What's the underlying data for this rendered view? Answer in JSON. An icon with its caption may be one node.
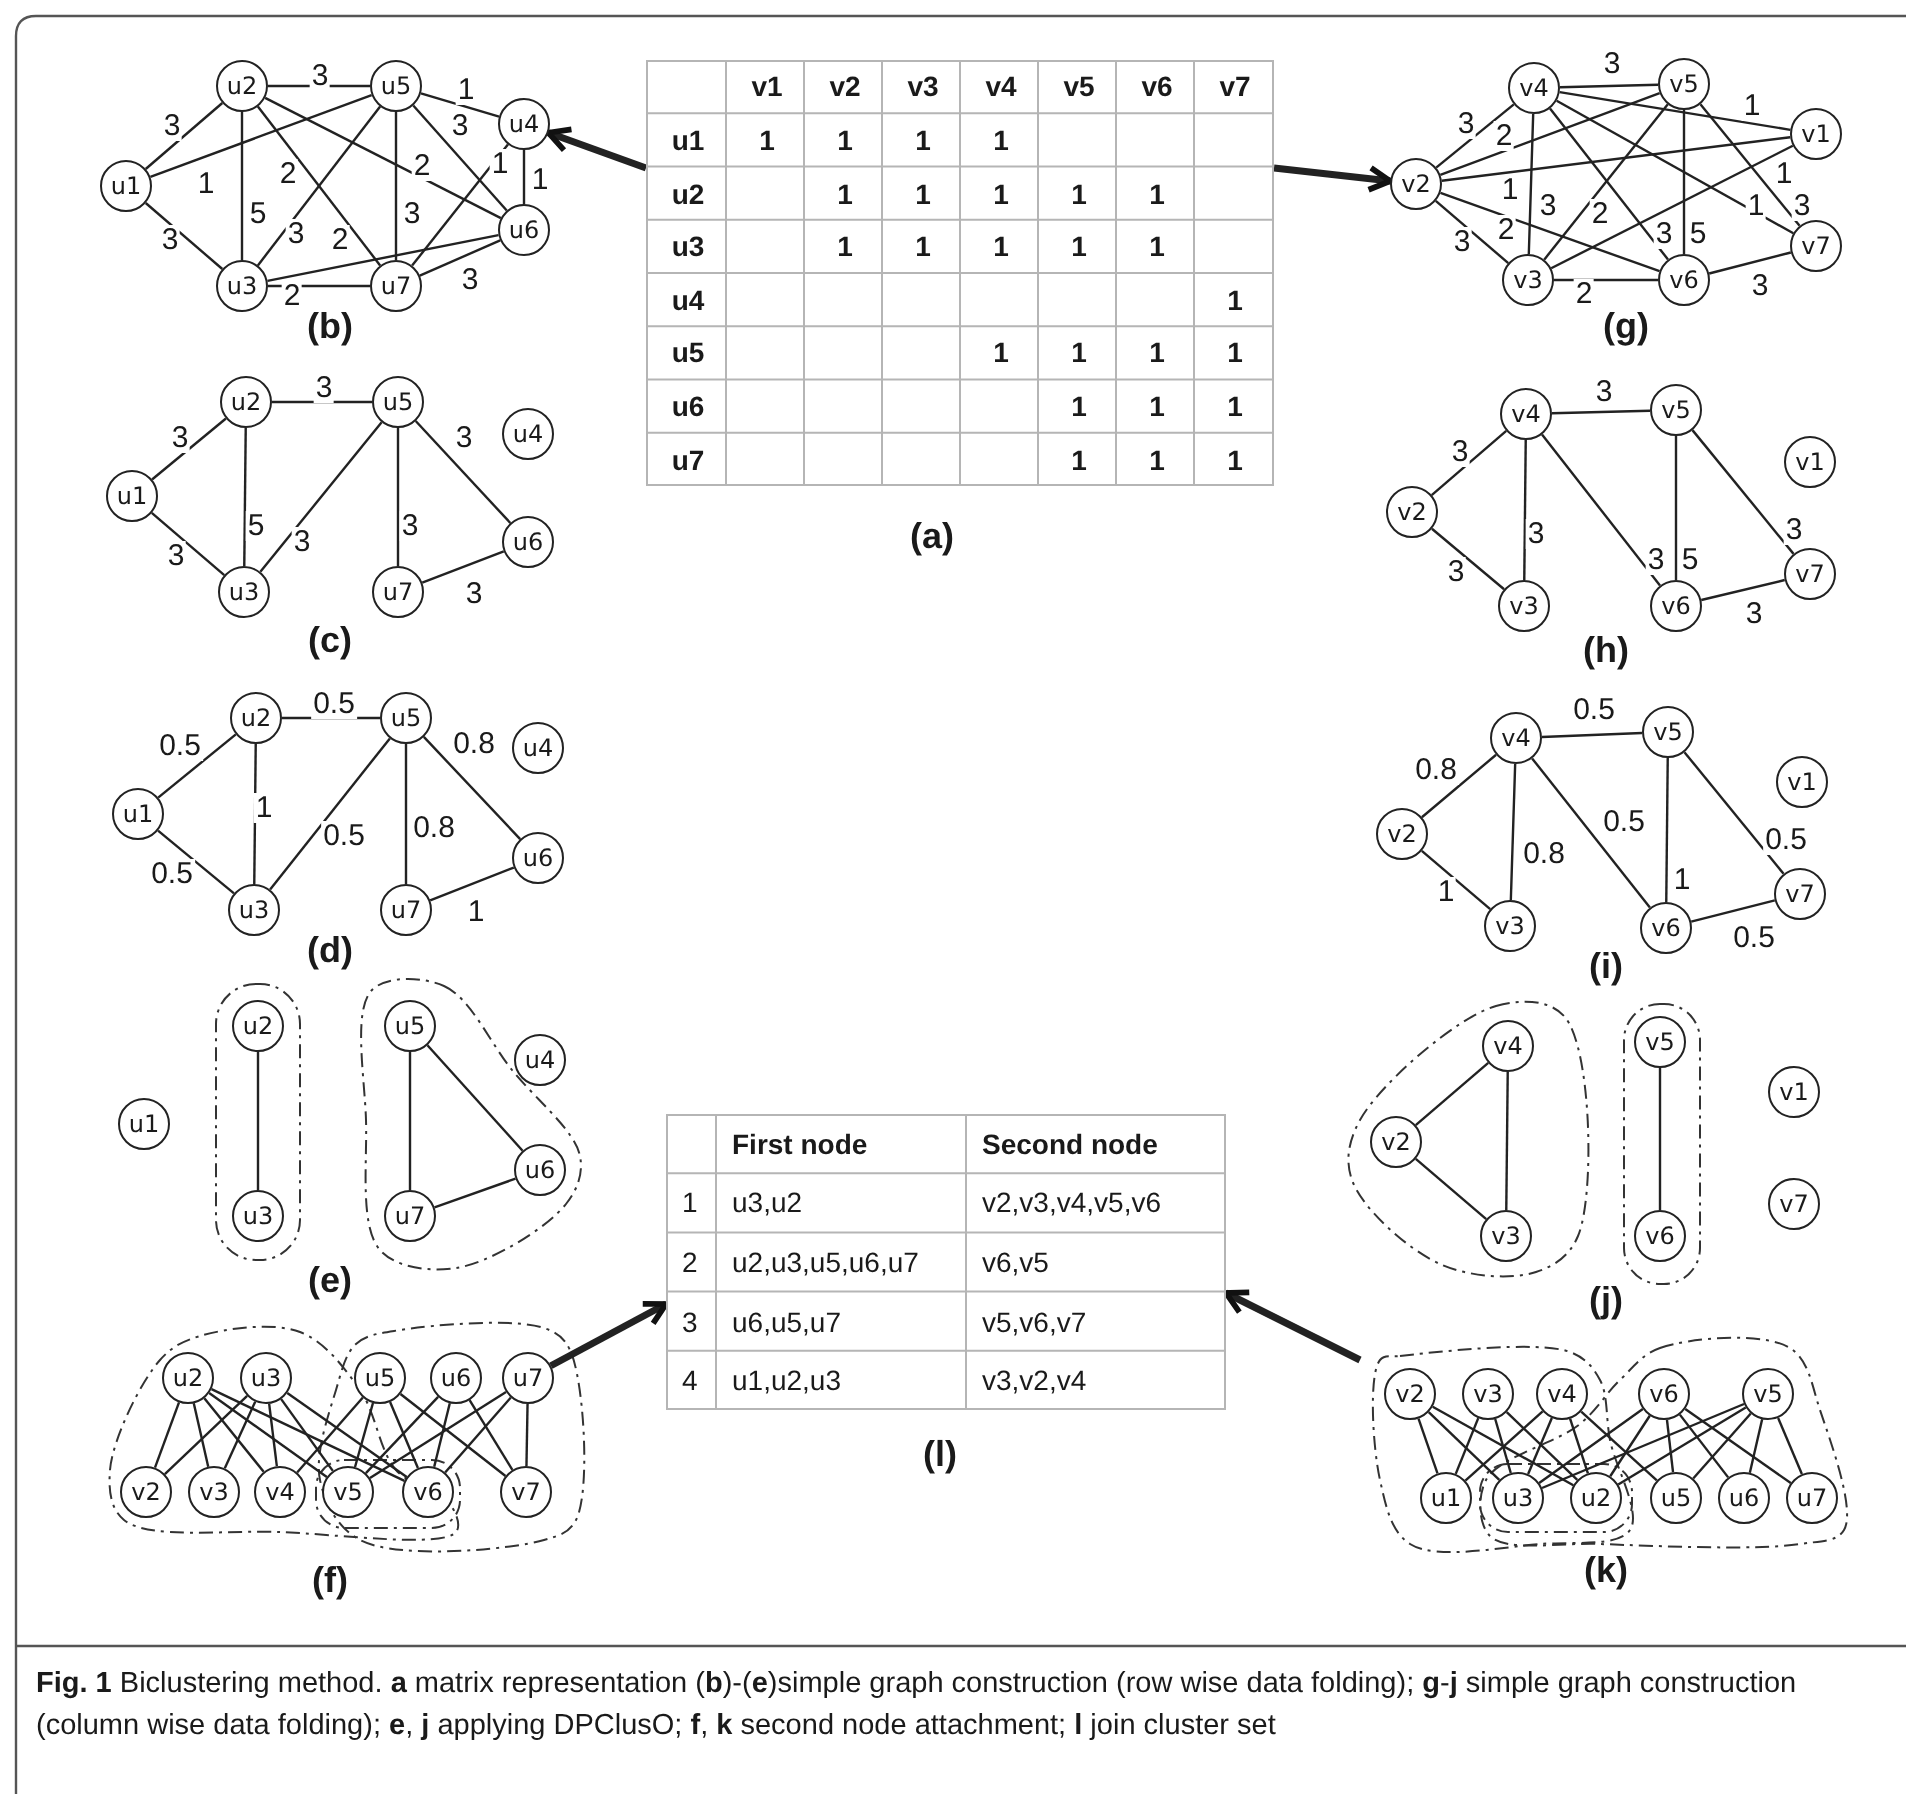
{
  "diagram": {
    "caption": "**Fig. 1** Biclustering method. **a** matrix representation (**b**)-(**e**)simple graph construction (row wise data folding); **g**-**j** simple graph construction (column wise data folding); **e**, **j** applying DPClusO; **f**, **k** second node attachment; **l** join cluster set",
    "nodes": [
      {
        "text": [],
        "shape": "table",
        "beside": [
          "(a)"
        ]
      },
      {
        "text": [
          "u1"
        ]
      },
      {
        "text": [
          "u2"
        ]
      },
      {
        "text": [
          "u3"
        ]
      },
      {
        "text": [
          "u4"
        ]
      },
      {
        "text": [
          "u5"
        ]
      },
      {
        "text": [
          "u6"
        ]
      },
      {
        "text": [
          "u7"
        ]
      },
      {
        "text": [
          "v1"
        ]
      },
      {
        "text": [
          "v2"
        ]
      },
      {
        "text": [
          "v3"
        ]
      },
      {
        "text": [
          "v4"
        ]
      },
      {
        "text": [
          "v5"
        ]
      },
      {
        "text": [
          "v6"
        ]
      },
      {
        "text": [
          "v7"
        ]
      },
      {
        "text": [
          "u1"
        ]
      },
      {
        "text": [
          "u2"
        ]
      },
      {
        "text": [
          "u3"
        ]
      },
      {
        "text": [
          "u4"
        ]
      },
      {
        "text": [
          "u5"
        ]
      },
      {
        "text": [
          "u6"
        ]
      },
      {
        "text": [
          "u7"
        ]
      },
      {
        "text": [
          "v1"
        ]
      },
      {
        "text": [
          "v2"
        ]
      },
      {
        "text": [
          "v3"
        ]
      },
      {
        "text": [
          "v4"
        ]
      },
      {
        "text": [
          "v5"
        ]
      },
      {
        "text": [
          "v6"
        ]
      },
      {
        "text": [
          "v7"
        ]
      },
      {
        "text": [
          "u1"
        ]
      },
      {
        "text": [
          "u2"
        ]
      },
      {
        "text": [
          "u3"
        ]
      },
      {
        "text": [
          "u4"
        ]
      },
      {
        "text": [
          "u5"
        ]
      },
      {
        "text": [
          "u6"
        ]
      },
      {
        "text": [
          "u7"
        ]
      },
      {
        "text": [
          "v1"
        ]
      },
      {
        "text": [
          "v2"
        ]
      },
      {
        "text": [
          "v3"
        ]
      },
      {
        "text": [
          "v4"
        ]
      },
      {
        "text": [
          "v5"
        ]
      },
      {
        "text": [
          "v6"
        ]
      },
      {
        "text": [
          "v7"
        ]
      },
      {
        "text": [
          "u1"
        ]
      },
      {
        "text": [
          "u2"
        ]
      },
      {
        "text": [
          "u3"
        ]
      },
      {
        "text": [
          "u4"
        ]
      },
      {
        "text": [
          "u5"
        ]
      },
      {
        "text": [
          "u6"
        ]
      },
      {
        "text": [
          "u7"
        ]
      },
      {
        "text": [
          "v1"
        ]
      },
      {
        "text": [
          "v2"
        ]
      },
      {
        "text": [
          "v3"
        ]
      },
      {
        "text": [
          "v4"
        ]
      },
      {
        "text": [
          "v5"
        ]
      },
      {
        "text": [
          "v6"
        ]
      },
      {
        "text": [
          "v7"
        ]
      },
      {
        "text": [
          "u2"
        ]
      },
      {
        "text": [
          "u3"
        ]
      },
      {
        "text": [
          "u5"
        ]
      },
      {
        "text": [
          "u6"
        ]
      },
      {
        "text": [
          "u7"
        ]
      },
      {
        "text": [
          "v2"
        ]
      },
      {
        "text": [
          "v3"
        ]
      },
      {
        "text": [
          "v4"
        ]
      },
      {
        "text": [
          "v5"
        ]
      },
      {
        "text": [
          "v6"
        ]
      },
      {
        "text": [
          "v7"
        ]
      },
      {
        "text": [
          "v2"
        ]
      },
      {
        "text": [
          "v3"
        ]
      },
      {
        "text": [
          "v4"
        ]
      },
      {
        "text": [
          "v6"
        ]
      },
      {
        "text": [
          "v5"
        ]
      },
      {
        "text": [
          "u1"
        ]
      },
      {
        "text": [
          "u3"
        ]
      },
      {
        "text": [
          "u2"
        ]
      },
      {
        "text": [
          "u5"
        ]
      },
      {
        "text": [
          "u6"
        ]
      },
      {
        "text": [
          "u7"
        ]
      },
      {
        "text": [],
        "shape": "table",
        "beside": [
          "(l)"
        ]
      }
    ],
    "edges": [
      {
        "from": 1,
        "to": 2,
        "arrow": "none",
        "label": "3"
      },
      {
        "from": 1,
        "to": 5,
        "arrow": "none",
        "label": "1"
      },
      {
        "from": 1,
        "to": 3,
        "arrow": "none",
        "label": "3"
      },
      {
        "from": 2,
        "to": 5,
        "arrow": "none",
        "label": "3"
      },
      {
        "from": 2,
        "to": 3,
        "arrow": "none",
        "label": "5"
      },
      {
        "from": 2,
        "to": 7,
        "arrow": "none",
        "label": "2"
      },
      {
        "from": 2,
        "to": 6,
        "arrow": "none",
        "label": "2"
      },
      {
        "from": 5,
        "to": 3,
        "arrow": "none",
        "label": "3"
      },
      {
        "from": 5,
        "to": 7,
        "arrow": "none",
        "label": "3"
      },
      {
        "from": 5,
        "to": 4,
        "arrow": "none",
        "label": "1"
      },
      {
        "from": 5,
        "to": 6,
        "arrow": "none",
        "label": "3"
      },
      {
        "from": 4,
        "to": 7,
        "arrow": "none",
        "label": "1"
      },
      {
        "from": 4,
        "to": 6,
        "arrow": "none",
        "label": "1"
      },
      {
        "from": 3,
        "to": 6,
        "arrow": "none",
        "label": "2"
      },
      {
        "from": 3,
        "to": 7,
        "arrow": "none",
        "label": "2"
      },
      {
        "from": 7,
        "to": 6,
        "arrow": "none",
        "label": "3"
      },
      {
        "from": 9,
        "to": 11,
        "arrow": "none",
        "label": "3"
      },
      {
        "from": 9,
        "to": 12,
        "arrow": "none",
        "label": "2"
      },
      {
        "from": 9,
        "to": 8,
        "arrow": "none",
        "label": "1"
      },
      {
        "from": 11,
        "to": 10,
        "arrow": "none",
        "label": "3"
      },
      {
        "from": 10,
        "to": 12,
        "arrow": "none",
        "label": "2"
      },
      {
        "from": 9,
        "to": 13,
        "arrow": "none",
        "label": "2"
      },
      {
        "from": 9,
        "to": 10,
        "arrow": "none",
        "label": "3"
      },
      {
        "from": 11,
        "to": 13,
        "arrow": "none",
        "label": "3"
      },
      {
        "from": 12,
        "to": 13,
        "arrow": "none",
        "label": "5"
      },
      {
        "from": 11,
        "to": 8,
        "arrow": "none",
        "label": "1"
      },
      {
        "from": 10,
        "to": 8,
        "arrow": "none",
        "label": "1"
      },
      {
        "from": 11,
        "to": 14,
        "arrow": "none",
        "label": "1"
      },
      {
        "from": 12,
        "to": 14,
        "arrow": "none",
        "label": "3"
      },
      {
        "from": 11,
        "to": 12,
        "arrow": "none",
        "label": "3"
      },
      {
        "from": 10,
        "to": 13,
        "arrow": "none",
        "label": "2"
      },
      {
        "from": 13,
        "to": 14,
        "arrow": "none",
        "label": "3"
      },
      {
        "from": 15,
        "to": 16,
        "arrow": "none",
        "label": "3"
      },
      {
        "from": 15,
        "to": 17,
        "arrow": "none",
        "label": "3"
      },
      {
        "from": 16,
        "to": 19,
        "arrow": "none",
        "label": "3"
      },
      {
        "from": 16,
        "to": 17,
        "arrow": "none",
        "label": "5"
      },
      {
        "from": 19,
        "to": 17,
        "arrow": "none",
        "label": "3"
      },
      {
        "from": 19,
        "to": 21,
        "arrow": "none",
        "label": "3"
      },
      {
        "from": 19,
        "to": 20,
        "arrow": "none",
        "label": "3"
      },
      {
        "from": 21,
        "to": 20,
        "arrow": "none",
        "label": "3"
      },
      {
        "from": 25,
        "to": 26,
        "arrow": "none",
        "label": "3"
      },
      {
        "from": 25,
        "to": 23,
        "arrow": "none",
        "label": "3"
      },
      {
        "from": 23,
        "to": 24,
        "arrow": "none",
        "label": "3"
      },
      {
        "from": 25,
        "to": 24,
        "arrow": "none",
        "label": "3"
      },
      {
        "from": 25,
        "to": 27,
        "arrow": "none",
        "label": "3"
      },
      {
        "from": 26,
        "to": 27,
        "arrow": "none",
        "label": "5"
      },
      {
        "from": 26,
        "to": 28,
        "arrow": "none",
        "label": "3"
      },
      {
        "from": 27,
        "to": 28,
        "arrow": "none",
        "label": "3"
      },
      {
        "from": 29,
        "to": 30,
        "arrow": "none",
        "label": "0.5"
      },
      {
        "from": 29,
        "to": 31,
        "arrow": "none",
        "label": "0.5"
      },
      {
        "from": 30,
        "to": 33,
        "arrow": "none",
        "label": "0.5"
      },
      {
        "from": 30,
        "to": 31,
        "arrow": "none",
        "label": "1"
      },
      {
        "from": 33,
        "to": 31,
        "arrow": "none",
        "label": "0.5"
      },
      {
        "from": 33,
        "to": 35,
        "arrow": "none",
        "label": "0.8"
      },
      {
        "from": 33,
        "to": 34,
        "arrow": "none",
        "label": "0.8"
      },
      {
        "from": 35,
        "to": 34,
        "arrow": "none",
        "label": "1"
      },
      {
        "from": 39,
        "to": 40,
        "arrow": "none",
        "label": "0.5"
      },
      {
        "from": 39,
        "to": 37,
        "arrow": "none",
        "label": "0.8"
      },
      {
        "from": 37,
        "to": 38,
        "arrow": "none",
        "label": "1"
      },
      {
        "from": 39,
        "to": 38,
        "arrow": "none",
        "label": "0.8"
      },
      {
        "from": 39,
        "to": 41,
        "arrow": "none",
        "label": "0.5"
      },
      {
        "from": 40,
        "to": 41,
        "arrow": "none",
        "label": "1"
      },
      {
        "from": 40,
        "to": 42,
        "arrow": "none",
        "label": "0.5"
      },
      {
        "from": 41,
        "to": 42,
        "arrow": "none",
        "label": "0.5"
      },
      {
        "from": 44,
        "to": 45,
        "arrow": "none"
      },
      {
        "from": 47,
        "to": 49,
        "arrow": "none"
      },
      {
        "from": 47,
        "to": 48,
        "arrow": "none"
      },
      {
        "from": 49,
        "to": 48,
        "arrow": "none"
      },
      {
        "from": 53,
        "to": 51,
        "arrow": "none"
      },
      {
        "from": 53,
        "to": 52,
        "arrow": "none"
      },
      {
        "from": 51,
        "to": 52,
        "arrow": "none"
      },
      {
        "from": 54,
        "to": 55,
        "arrow": "none"
      },
      {
        "from": 57,
        "to": 62,
        "arrow": "none"
      },
      {
        "from": 57,
        "to": 63,
        "arrow": "none"
      },
      {
        "from": 57,
        "to": 64,
        "arrow": "none"
      },
      {
        "from": 57,
        "to": 65,
        "arrow": "none"
      },
      {
        "from": 57,
        "to": 66,
        "arrow": "none"
      },
      {
        "from": 58,
        "to": 62,
        "arrow": "none"
      },
      {
        "from": 58,
        "to": 63,
        "arrow": "none"
      },
      {
        "from": 58,
        "to": 64,
        "arrow": "none"
      },
      {
        "from": 58,
        "to": 65,
        "arrow": "none"
      },
      {
        "from": 58,
        "to": 66,
        "arrow": "none"
      },
      {
        "from": 59,
        "to": 64,
        "arrow": "none"
      },
      {
        "from": 59,
        "to": 65,
        "arrow": "none"
      },
      {
        "from": 59,
        "to": 66,
        "arrow": "none"
      },
      {
        "from": 59,
        "to": 67,
        "arrow": "none"
      },
      {
        "from": 60,
        "to": 65,
        "arrow": "none"
      },
      {
        "from": 60,
        "to": 66,
        "arrow": "none"
      },
      {
        "from": 60,
        "to": 67,
        "arrow": "none"
      },
      {
        "from": 61,
        "to": 65,
        "arrow": "none"
      },
      {
        "from": 61,
        "to": 66,
        "arrow": "none"
      },
      {
        "from": 61,
        "to": 67,
        "arrow": "none"
      },
      {
        "from": 68,
        "to": 73,
        "arrow": "none"
      },
      {
        "from": 68,
        "to": 75,
        "arrow": "none"
      },
      {
        "from": 68,
        "to": 74,
        "arrow": "none"
      },
      {
        "from": 69,
        "to": 73,
        "arrow": "none"
      },
      {
        "from": 69,
        "to": 75,
        "arrow": "none"
      },
      {
        "from": 69,
        "to": 74,
        "arrow": "none"
      },
      {
        "from": 70,
        "to": 73,
        "arrow": "none"
      },
      {
        "from": 70,
        "to": 75,
        "arrow": "none"
      },
      {
        "from": 70,
        "to": 74,
        "arrow": "none"
      },
      {
        "from": 70,
        "to": 76,
        "arrow": "none"
      },
      {
        "from": 71,
        "to": 75,
        "arrow": "none"
      },
      {
        "from": 71,
        "to": 74,
        "arrow": "none"
      },
      {
        "from": 71,
        "to": 76,
        "arrow": "none"
      },
      {
        "from": 71,
        "to": 77,
        "arrow": "none"
      },
      {
        "from": 71,
        "to": 78,
        "arrow": "none"
      },
      {
        "from": 72,
        "to": 75,
        "arrow": "none"
      },
      {
        "from": 72,
        "to": 74,
        "arrow": "none"
      },
      {
        "from": 72,
        "to": 76,
        "arrow": "none"
      },
      {
        "from": 72,
        "to": 77,
        "arrow": "none"
      },
      {
        "from": 72,
        "to": 78,
        "arrow": "none"
      },
      {
        "from": 0,
        "to": 4,
        "arrow": "to",
        "style": "thick"
      },
      {
        "from": 0,
        "to": 9,
        "arrow": "to",
        "style": "thick"
      },
      {
        "from": 61,
        "to": 79,
        "arrow": "to",
        "style": "thick"
      },
      {
        "from": null,
        "to": 79,
        "arrow": "to",
        "style": "thick"
      }
    ],
    "labels": [
      "v1",
      "v2",
      "v3",
      "v4",
      "v5",
      "v6",
      "v7",
      "u1",
      "1",
      "1",
      "1",
      "1",
      "u2",
      "1",
      "1",
      "1",
      "1",
      "1",
      "u3",
      "1",
      "1",
      "1",
      "1",
      "1",
      "u4",
      "1",
      "u5",
      "1",
      "1",
      "1",
      "1",
      "u6",
      "1",
      "1",
      "1",
      "u7",
      "1",
      "1",
      "1",
      "(b)",
      "(g)",
      "(c)",
      "(h)",
      "(d)",
      "(i)",
      "(e)",
      "(j)",
      "First node",
      "Second node",
      "1",
      "u3,u2",
      "v2,v3,v4,v5,v6",
      "2",
      "u2,u3,u5,u6,u7",
      "v6,v5",
      "3",
      "u6,u5,u7",
      "v5,v6,v7",
      "4",
      "u1,u2,u3",
      "v3,v2,v4",
      "(f)",
      "(k)"
    ]
  }
}
